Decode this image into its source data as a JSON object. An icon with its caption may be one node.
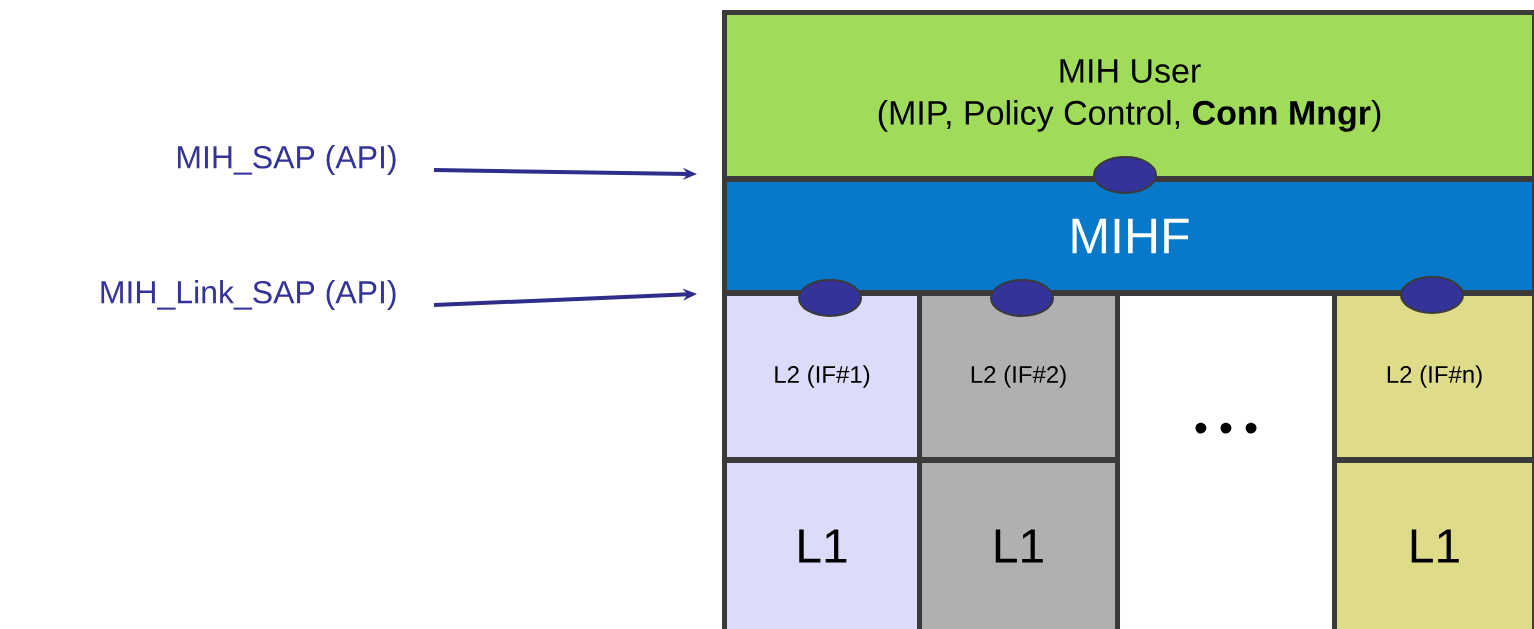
{
  "diagram": {
    "nodes": [
      {
        "text": [
          "MIH User",
          "(MIP, Policy Control, **Conn Mngr**)"
        ]
      },
      {
        "text": [
          "MIHF"
        ]
      },
      {
        "text": [
          "L2 (IF#1)"
        ]
      },
      {
        "text": [
          "L2 (IF#2)"
        ]
      },
      {
        "text": [
          "L2 (IF#n)"
        ]
      },
      {
        "text": [
          "L1"
        ]
      },
      {
        "text": [
          "L1"
        ]
      },
      {
        "text": [
          "L1"
        ]
      },
      {
        "text": [],
        "shape": "circle"
      },
      {
        "text": [],
        "shape": "circle"
      },
      {
        "text": [],
        "shape": "circle"
      },
      {
        "text": [],
        "shape": "circle"
      },
      {
        "text": [
          "MIH_SAP (API)"
        ]
      },
      {
        "text": [
          "MIH_Link_SAP (API)"
        ]
      }
    ],
    "edges": [
      {
        "from": 12,
        "to": null,
        "arrow": "to"
      },
      {
        "from": 13,
        "to": null,
        "arrow": "to"
      }
    ],
    "labels": [
      "• • •"
    ]
  }
}
